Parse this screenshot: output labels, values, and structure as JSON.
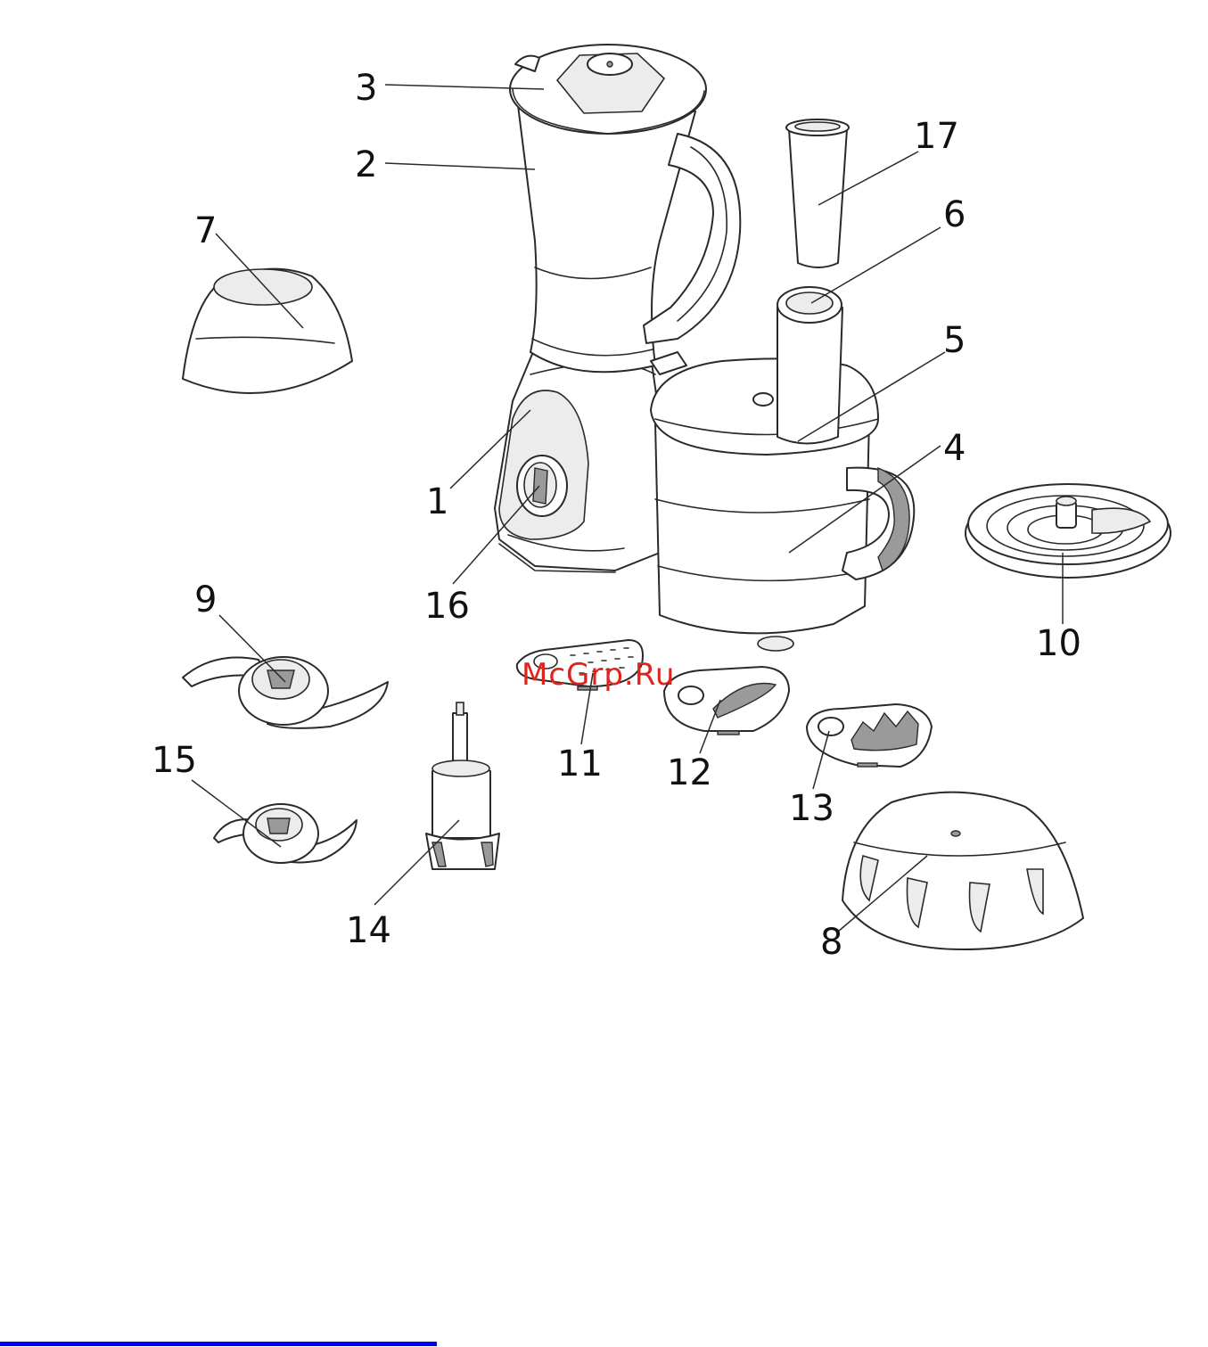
{
  "labels": [
    "1",
    "2",
    "3",
    "4",
    "5",
    "6",
    "7",
    "8",
    "9",
    "10",
    "11",
    "12",
    "13",
    "14",
    "15",
    "16",
    "17"
  ],
  "watermark": "McGrp.Ru",
  "colors": {
    "watermark": "#e0241b",
    "bottom_rule": "#0000ff",
    "line": "#2a2a2a"
  }
}
